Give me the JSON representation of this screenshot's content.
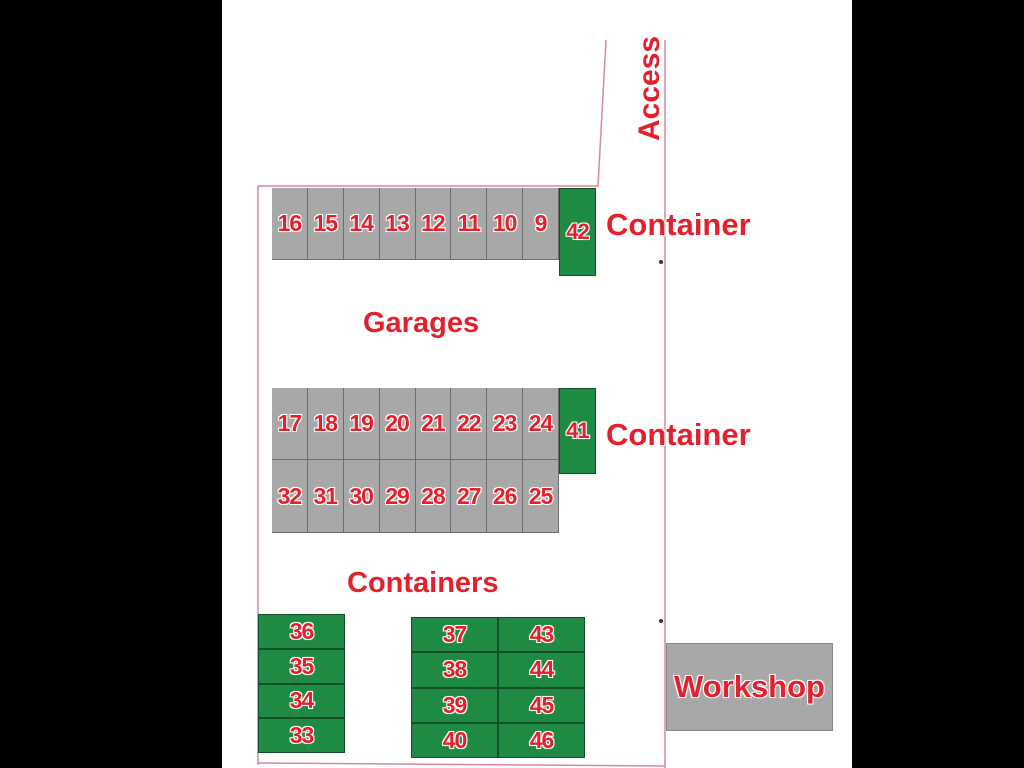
{
  "labels": {
    "access": "Access",
    "container_top": "Container",
    "container_mid": "Container",
    "garages": "Garages",
    "containers": "Containers",
    "workshop": "Workshop"
  },
  "garages_top_row": [
    "16",
    "15",
    "14",
    "13",
    "12",
    "11",
    "10",
    "9"
  ],
  "garages_mid_row1": [
    "17",
    "18",
    "19",
    "20",
    "21",
    "22",
    "23",
    "24"
  ],
  "garages_mid_row2": [
    "32",
    "31",
    "30",
    "29",
    "28",
    "27",
    "26",
    "25"
  ],
  "container_top_unit": "42",
  "container_mid_unit": "41",
  "containers_left_column": [
    "36",
    "35",
    "34",
    "33"
  ],
  "containers_right_grid": [
    [
      "37",
      "43"
    ],
    [
      "38",
      "44"
    ],
    [
      "39",
      "45"
    ],
    [
      "40",
      "46"
    ]
  ],
  "colors": {
    "label": "#e3202b",
    "garage": "#a8a8a8",
    "container": "#1e8a44",
    "boundary": "#d48a9a"
  }
}
